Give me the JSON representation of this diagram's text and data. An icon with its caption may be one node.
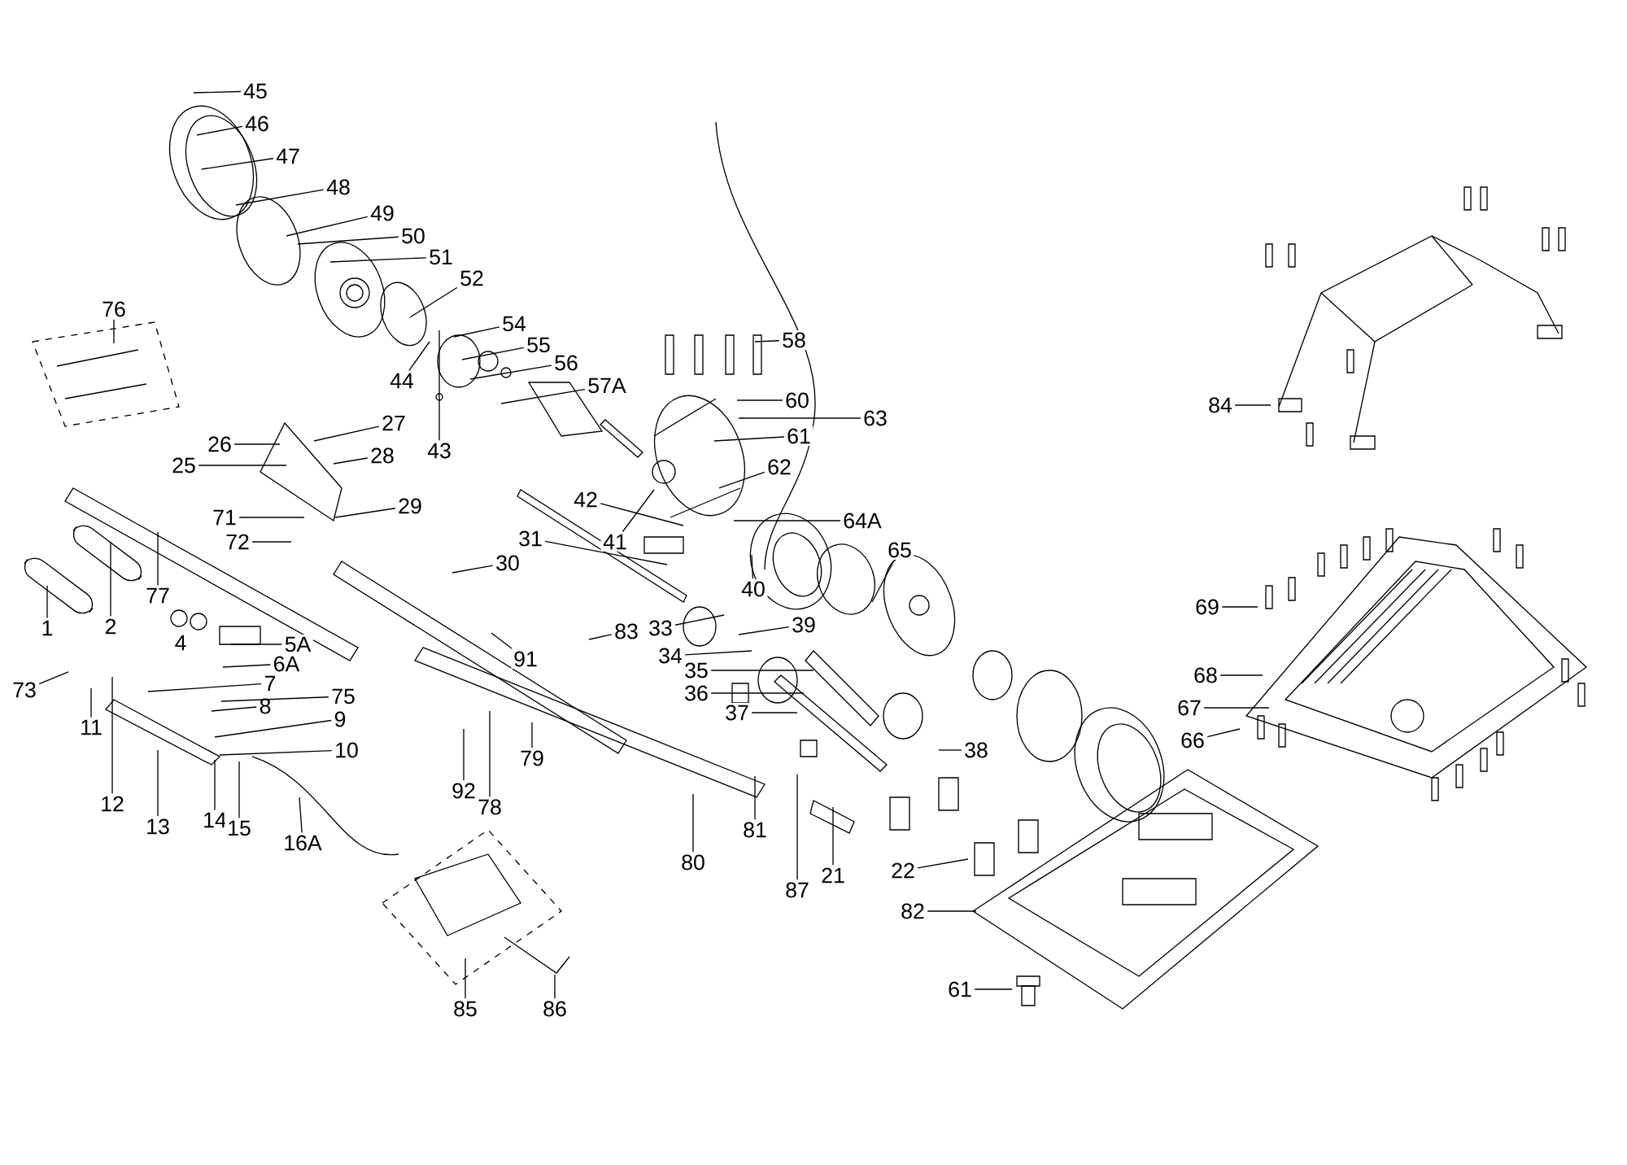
{
  "diagram": {
    "nodes": [
      {
        "text": [
          "45"
        ]
      },
      {
        "text": [
          "46"
        ]
      },
      {
        "text": [
          "47"
        ]
      },
      {
        "text": [
          "48"
        ]
      },
      {
        "text": [
          "49"
        ]
      },
      {
        "text": [
          "50"
        ]
      },
      {
        "text": [
          "51"
        ]
      },
      {
        "text": [
          "52"
        ]
      },
      {
        "text": [
          "54"
        ]
      },
      {
        "text": [
          "55"
        ]
      },
      {
        "text": [
          "56"
        ]
      },
      {
        "text": [
          "57A"
        ]
      },
      {
        "text": [
          "58"
        ]
      },
      {
        "text": [
          "60"
        ]
      },
      {
        "text": [
          "61"
        ]
      },
      {
        "text": [
          "63"
        ]
      },
      {
        "text": [
          "62"
        ]
      },
      {
        "text": [
          "64A"
        ]
      },
      {
        "text": [
          "65"
        ]
      },
      {
        "text": [
          "76"
        ]
      },
      {
        "text": [
          "44"
        ]
      },
      {
        "text": [
          "43"
        ]
      },
      {
        "text": [
          "27"
        ]
      },
      {
        "text": [
          "26"
        ]
      },
      {
        "text": [
          "28"
        ]
      },
      {
        "text": [
          "25"
        ]
      },
      {
        "text": [
          "29"
        ]
      },
      {
        "text": [
          "42"
        ]
      },
      {
        "text": [
          "41"
        ]
      },
      {
        "text": [
          "71"
        ]
      },
      {
        "text": [
          "31"
        ]
      },
      {
        "text": [
          "72"
        ]
      },
      {
        "text": [
          "30"
        ]
      },
      {
        "text": [
          "77"
        ]
      },
      {
        "text": [
          "1"
        ]
      },
      {
        "text": [
          "2"
        ]
      },
      {
        "text": [
          "33"
        ]
      },
      {
        "text": [
          "39"
        ]
      },
      {
        "text": [
          "40"
        ]
      },
      {
        "text": [
          "5A"
        ]
      },
      {
        "text": [
          "83"
        ]
      },
      {
        "text": [
          "91"
        ]
      },
      {
        "text": [
          "34"
        ]
      },
      {
        "text": [
          "6A"
        ]
      },
      {
        "text": [
          "35"
        ]
      },
      {
        "text": [
          "7"
        ]
      },
      {
        "text": [
          "36"
        ]
      },
      {
        "text": [
          "73"
        ]
      },
      {
        "text": [
          "75"
        ]
      },
      {
        "text": [
          "8"
        ]
      },
      {
        "text": [
          "37"
        ]
      },
      {
        "text": [
          "9"
        ]
      },
      {
        "text": [
          "11"
        ]
      },
      {
        "text": [
          "10"
        ]
      },
      {
        "text": [
          "38"
        ]
      },
      {
        "text": [
          "79"
        ]
      },
      {
        "text": [
          "92"
        ]
      },
      {
        "text": [
          "12"
        ]
      },
      {
        "text": [
          "78"
        ]
      },
      {
        "text": [
          "13"
        ]
      },
      {
        "text": [
          "14"
        ]
      },
      {
        "text": [
          "15"
        ]
      },
      {
        "text": [
          "81"
        ]
      },
      {
        "text": [
          "16A"
        ]
      },
      {
        "text": [
          "80"
        ]
      },
      {
        "text": [
          "22"
        ]
      },
      {
        "text": [
          "21"
        ]
      },
      {
        "text": [
          "87"
        ]
      },
      {
        "text": [
          "82"
        ]
      },
      {
        "text": [
          "61"
        ]
      },
      {
        "text": [
          "85"
        ]
      },
      {
        "text": [
          "86"
        ]
      },
      {
        "text": [
          "84"
        ]
      },
      {
        "text": [
          "69"
        ]
      },
      {
        "text": [
          "68"
        ]
      },
      {
        "text": [
          "67"
        ]
      },
      {
        "text": [
          "66"
        ]
      }
    ],
    "edges": [
      {
        "from": 0,
        "to": null,
        "arrow": "none"
      },
      {
        "from": 1,
        "to": null,
        "arrow": "none"
      },
      {
        "from": 2,
        "to": null,
        "arrow": "none"
      },
      {
        "from": 3,
        "to": null,
        "arrow": "none"
      },
      {
        "from": 4,
        "to": null,
        "arrow": "none"
      },
      {
        "from": 5,
        "to": null,
        "arrow": "none"
      },
      {
        "from": 6,
        "to": null,
        "arrow": "none"
      },
      {
        "from": 7,
        "to": null,
        "arrow": "none"
      },
      {
        "from": 8,
        "to": null,
        "arrow": "none"
      },
      {
        "from": 9,
        "to": null,
        "arrow": "none"
      },
      {
        "from": 10,
        "to": null,
        "arrow": "none"
      },
      {
        "from": 11,
        "to": null,
        "arrow": "none"
      },
      {
        "from": 12,
        "to": null,
        "arrow": "none"
      },
      {
        "from": 13,
        "to": null,
        "arrow": "none"
      },
      {
        "from": 14,
        "to": null,
        "arrow": "none"
      },
      {
        "from": 15,
        "to": null,
        "arrow": "none"
      },
      {
        "from": 16,
        "to": null,
        "arrow": "none"
      },
      {
        "from": 17,
        "to": null,
        "arrow": "none"
      },
      {
        "from": 18,
        "to": null,
        "arrow": "none"
      },
      {
        "from": 19,
        "to": null,
        "arrow": "none"
      },
      {
        "from": 20,
        "to": null,
        "arrow": "none"
      },
      {
        "from": 21,
        "to": null,
        "arrow": "none"
      },
      {
        "from": 22,
        "to": null,
        "arrow": "none"
      },
      {
        "from": 23,
        "to": null,
        "arrow": "none"
      },
      {
        "from": 24,
        "to": null,
        "arrow": "none"
      },
      {
        "from": 25,
        "to": null,
        "arrow": "none"
      },
      {
        "from": 26,
        "to": null,
        "arrow": "none"
      },
      {
        "from": 27,
        "to": null,
        "arrow": "none"
      },
      {
        "from": 28,
        "to": null,
        "arrow": "none"
      },
      {
        "from": 29,
        "to": null,
        "arrow": "none"
      },
      {
        "from": 30,
        "to": null,
        "arrow": "none"
      },
      {
        "from": 31,
        "to": null,
        "arrow": "none"
      },
      {
        "from": 32,
        "to": null,
        "arrow": "none"
      },
      {
        "from": 33,
        "to": null,
        "arrow": "none"
      },
      {
        "from": 34,
        "to": null,
        "arrow": "none"
      },
      {
        "from": 35,
        "to": null,
        "arrow": "none"
      },
      {
        "from": 36,
        "to": null,
        "arrow": "none"
      },
      {
        "from": 37,
        "to": null,
        "arrow": "none"
      },
      {
        "from": 38,
        "to": null,
        "arrow": "none"
      },
      {
        "from": 39,
        "to": null,
        "arrow": "none"
      },
      {
        "from": 40,
        "to": null,
        "arrow": "none"
      },
      {
        "from": 41,
        "to": null,
        "arrow": "none"
      },
      {
        "from": 42,
        "to": null,
        "arrow": "none"
      },
      {
        "from": 43,
        "to": null,
        "arrow": "none"
      },
      {
        "from": 44,
        "to": null,
        "arrow": "none"
      },
      {
        "from": 45,
        "to": null,
        "arrow": "none"
      },
      {
        "from": 46,
        "to": null,
        "arrow": "none"
      },
      {
        "from": 47,
        "to": null,
        "arrow": "none"
      },
      {
        "from": 48,
        "to": null,
        "arrow": "none"
      },
      {
        "from": 49,
        "to": null,
        "arrow": "none"
      },
      {
        "from": 50,
        "to": null,
        "arrow": "none"
      },
      {
        "from": 51,
        "to": null,
        "arrow": "none"
      },
      {
        "from": 52,
        "to": null,
        "arrow": "none"
      },
      {
        "from": 53,
        "to": null,
        "arrow": "none"
      },
      {
        "from": 54,
        "to": null,
        "arrow": "none"
      },
      {
        "from": 55,
        "to": null,
        "arrow": "none"
      },
      {
        "from": 56,
        "to": null,
        "arrow": "none"
      },
      {
        "from": 57,
        "to": null,
        "arrow": "none"
      },
      {
        "from": 58,
        "to": null,
        "arrow": "none"
      },
      {
        "from": 59,
        "to": null,
        "arrow": "none"
      },
      {
        "from": 60,
        "to": null,
        "arrow": "none"
      },
      {
        "from": 61,
        "to": null,
        "arrow": "none"
      },
      {
        "from": 62,
        "to": null,
        "arrow": "none"
      },
      {
        "from": 63,
        "to": null,
        "arrow": "none"
      },
      {
        "from": 64,
        "to": null,
        "arrow": "none"
      },
      {
        "from": 65,
        "to": null,
        "arrow": "none"
      },
      {
        "from": 66,
        "to": null,
        "arrow": "none"
      },
      {
        "from": 67,
        "to": null,
        "arrow": "none"
      },
      {
        "from": 68,
        "to": null,
        "arrow": "none"
      },
      {
        "from": 69,
        "to": null,
        "arrow": "none"
      },
      {
        "from": 70,
        "to": null,
        "arrow": "none"
      },
      {
        "from": 71,
        "to": null,
        "arrow": "none"
      },
      {
        "from": 72,
        "to": null,
        "arrow": "none"
      },
      {
        "from": 73,
        "to": null,
        "arrow": "none"
      },
      {
        "from": 74,
        "to": null,
        "arrow": "none"
      },
      {
        "from": 75,
        "to": null,
        "arrow": "none"
      },
      {
        "from": 76,
        "to": null,
        "arrow": "none"
      }
    ],
    "labels": [
      "4"
    ]
  }
}
